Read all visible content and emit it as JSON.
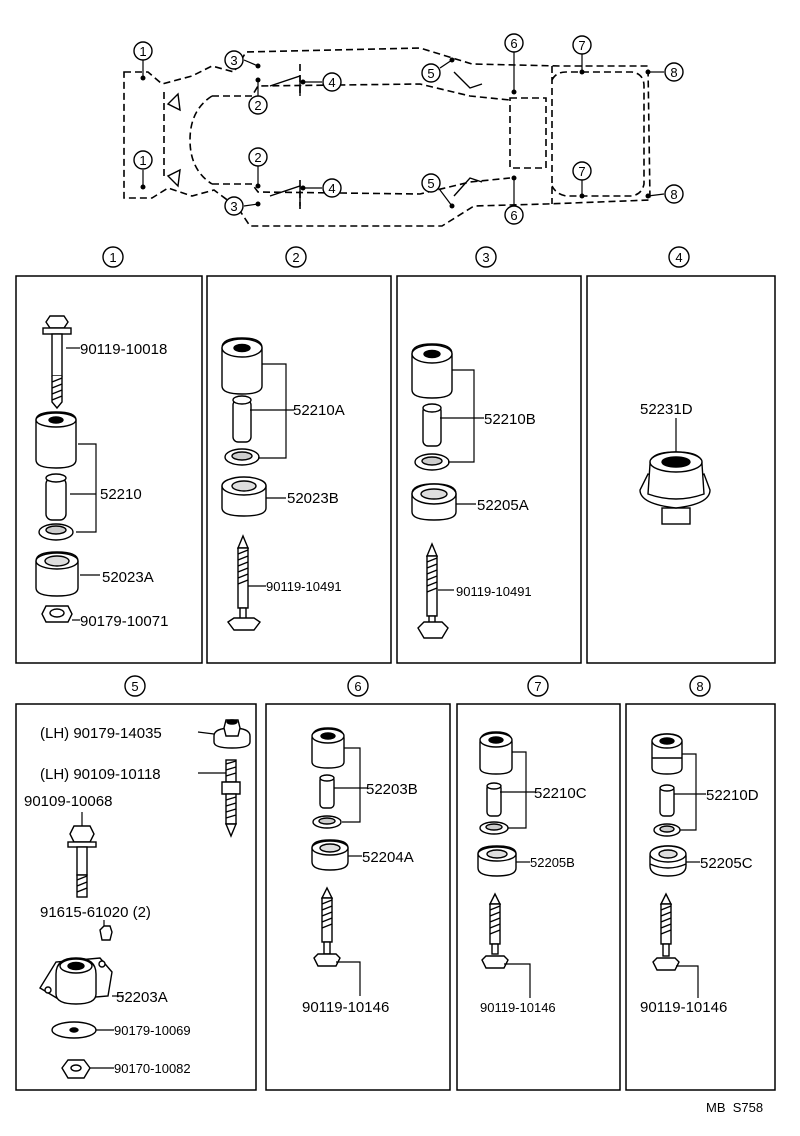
{
  "frame_marks": [
    "1",
    "2",
    "3",
    "4",
    "5",
    "6",
    "7",
    "8"
  ],
  "panel_titles": [
    "1",
    "2",
    "3",
    "4",
    "5",
    "6",
    "7",
    "8"
  ],
  "panels": {
    "p1": {
      "bolt": "90119-10018",
      "cushion": "52210",
      "lower": "52023A",
      "nut": "90179-10071"
    },
    "p2": {
      "cushion": "52210A",
      "lower": "52023B",
      "bolt": "90119-10491"
    },
    "p3": {
      "cushion": "52210B",
      "lower": "52205A",
      "bolt": "90119-10491"
    },
    "p4": {
      "mount": "52231D"
    },
    "p5": {
      "nut_lh": "(LH) 90179-14035",
      "stud_lh": "(LH) 90109-10118",
      "bolt": "90109-10068",
      "clip": "91615-61020 (2)",
      "cushion": "52203A",
      "washer": "90179-10069",
      "nut": "90170-10082"
    },
    "p6": {
      "cushion": "52203B",
      "lower": "52204A",
      "bolt": "90119-10146"
    },
    "p7": {
      "cushion": "52210C",
      "lower": "52205B",
      "bolt": "90119-10146"
    },
    "p8": {
      "cushion": "52210D",
      "lower": "52205C",
      "bolt": "90119-10146"
    }
  },
  "footer_code": "MB  S758"
}
